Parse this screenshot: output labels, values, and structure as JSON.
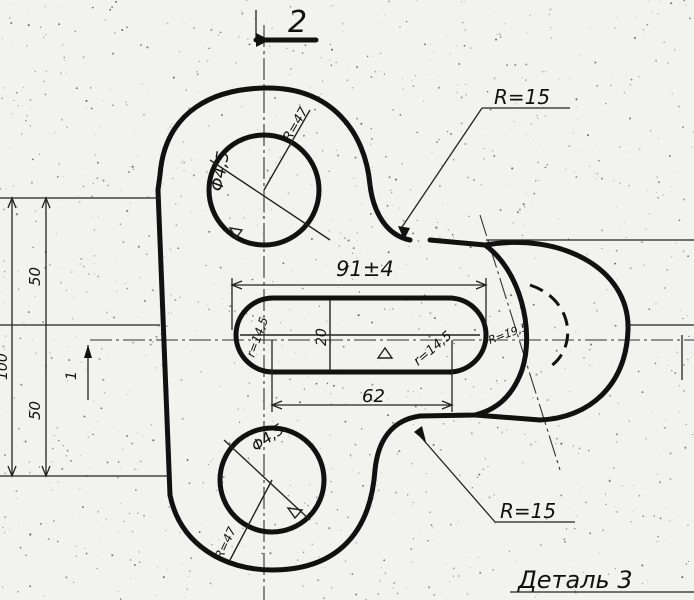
{
  "drawing": {
    "section_label": "2",
    "radius_top_right": "R=15",
    "radius_bottom_right": "R=15",
    "hole_top_diameter": "Φ4,5",
    "hole_top_radius": "R=47",
    "hole_bottom_diameter": "Φ4,5",
    "hole_bottom_radius": "R=47",
    "slot_overall_length": "91±4",
    "slot_center_length": "62",
    "slot_height": "20",
    "slot_left_radius": "r=14,5",
    "slot_right_radius": "r=14,5",
    "boss_radius": "R=19,5",
    "dim_left_upper": "50",
    "dim_left_lower": "50",
    "dim_left_outer": "100",
    "datum_mark": "1",
    "part_title": "Деталь 3"
  },
  "colors": {
    "paper": "#f2f2ee",
    "ink": "#111111"
  }
}
